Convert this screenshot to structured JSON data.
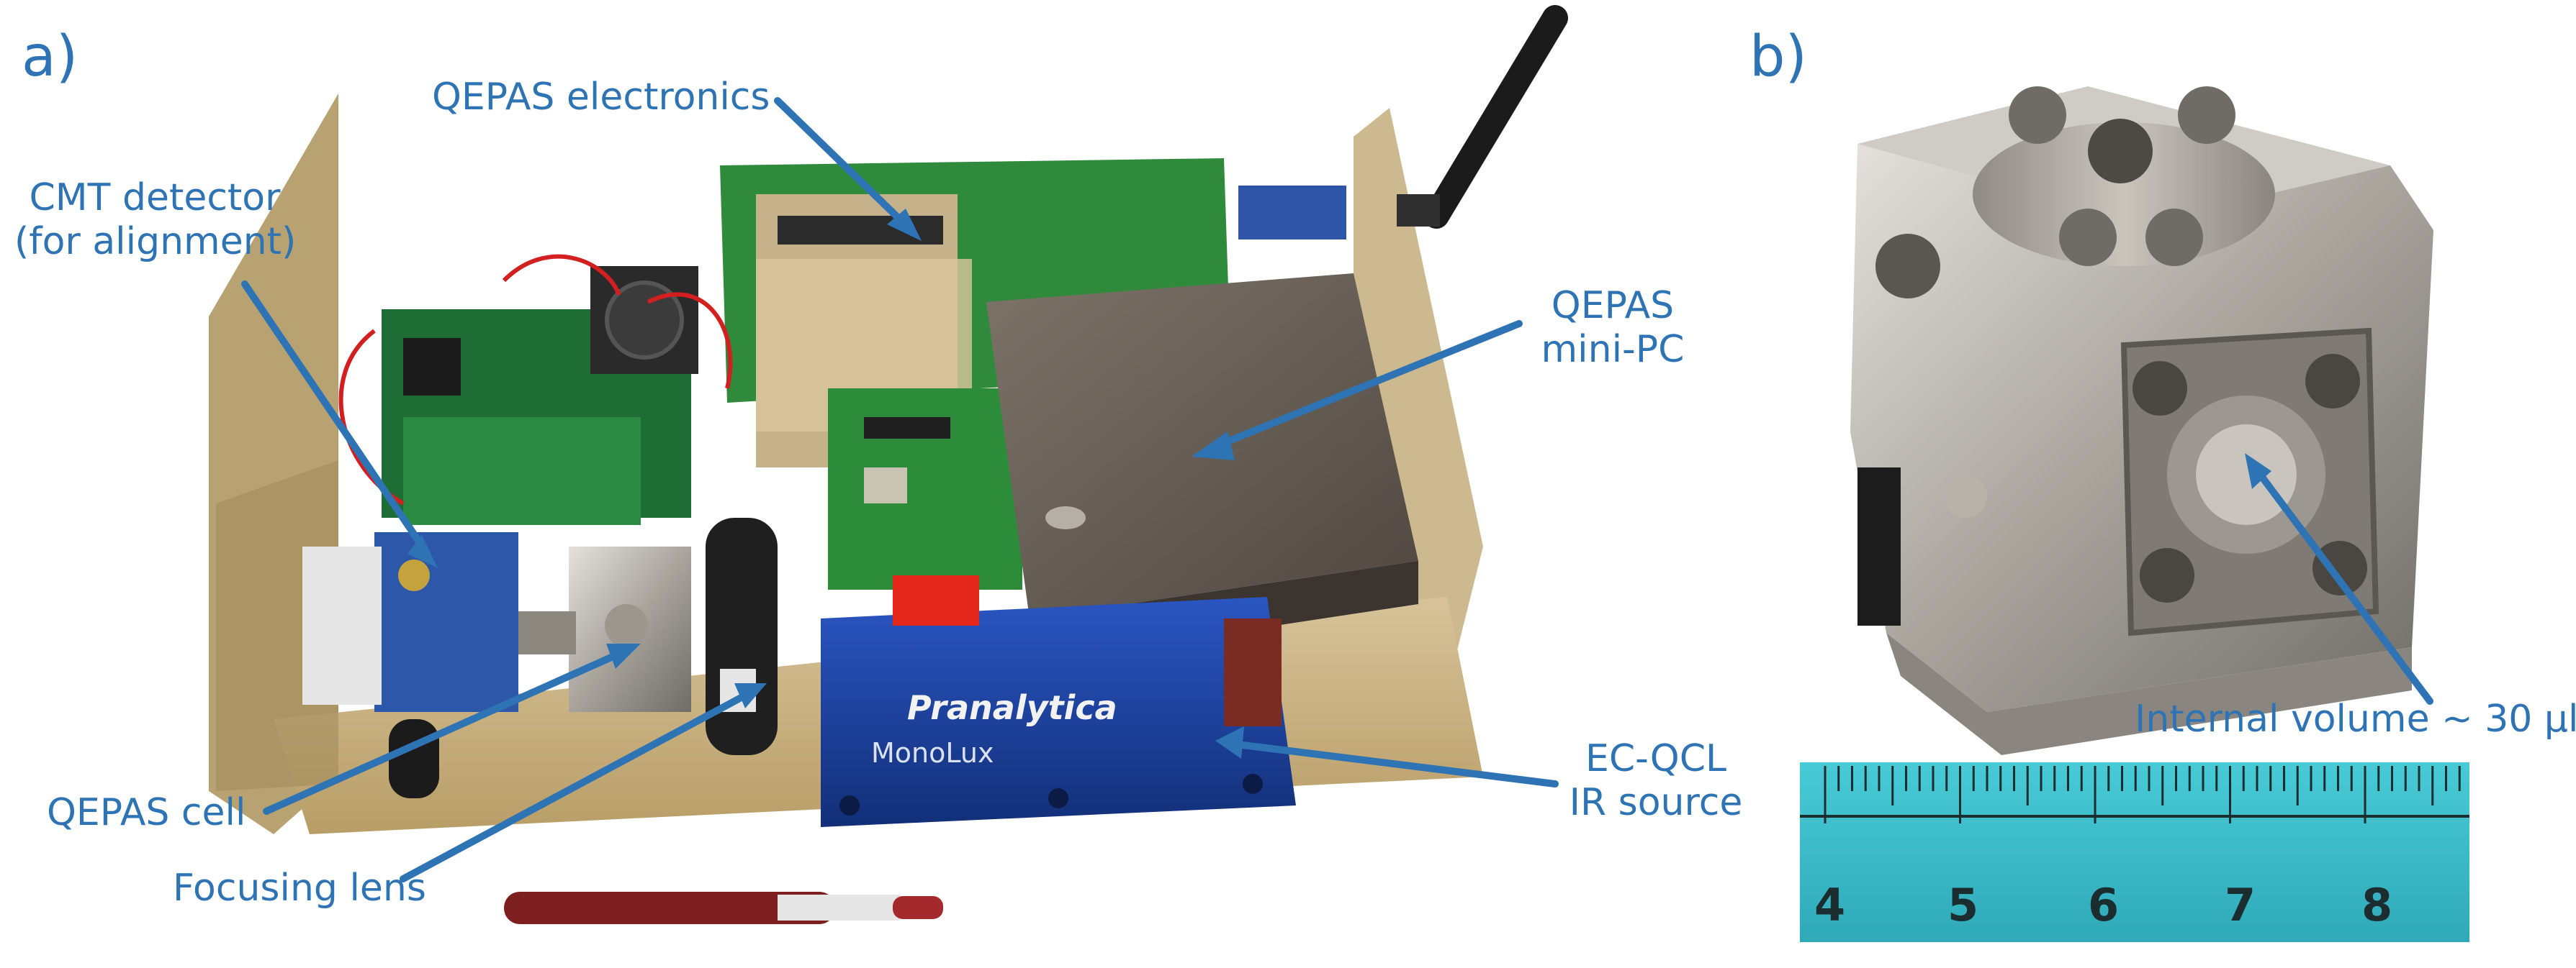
{
  "panels": {
    "a": {
      "label": "a)"
    },
    "b": {
      "label": "b)"
    }
  },
  "callouts": {
    "qepas_electronics": "QEPAS electronics",
    "cmt_detector_line1": "CMT detector",
    "cmt_detector_line2": "(for alignment)",
    "qepas_minipc_line1": "QEPAS",
    "qepas_minipc_line2": "mini-PC",
    "qepas_cell": "QEPAS cell",
    "focusing_lens": "Focusing lens",
    "ecqcl_line1": "EC-QCL",
    "ecqcl_line2": "IR source",
    "internal_volume": "Internal volume ~ 30 µl"
  },
  "device_text": {
    "brand": "Pranalytica",
    "model": "MonoLux"
  },
  "ruler": {
    "numbers": [
      "4",
      "5",
      "6",
      "7",
      "8"
    ]
  },
  "colors": {
    "annotation": "#2e74b5",
    "chassis": "#c9b48a",
    "pcb": "#2f8a3c",
    "laser_housing": "#1d3f9a",
    "minipc": "#6b6259",
    "ruler": "#3fc2cf"
  }
}
